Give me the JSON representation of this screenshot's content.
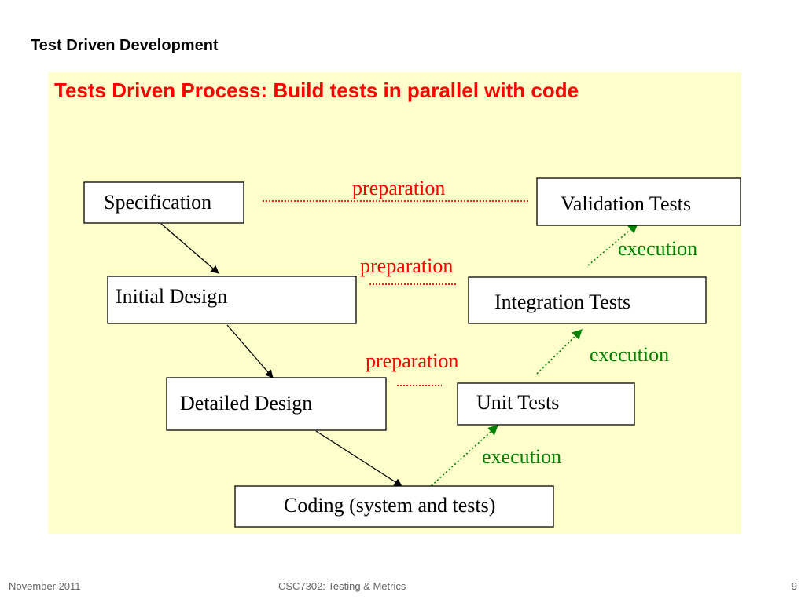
{
  "slide": {
    "title": "Test Driven Development",
    "footer_date": "November 2011",
    "footer_course": "CSC7302: Testing & Metrics",
    "page_number": "9"
  },
  "diagram": {
    "heading": "Tests Driven Process: Build tests in parallel with code",
    "boxes": {
      "specification": "Specification",
      "initial_design": "Initial Design",
      "detailed_design": "Detailed Design",
      "coding": "Coding (system and tests)",
      "validation_tests": "Validation Tests",
      "integration_tests": "Integration Tests",
      "unit_tests": "Unit Tests"
    },
    "labels": {
      "preparation_1": "preparation",
      "preparation_2": "preparation",
      "preparation_3": "preparation",
      "execution_1": "execution",
      "execution_2": "execution",
      "execution_3": "execution"
    }
  },
  "colors": {
    "panel_background": "#ffffcc",
    "heading": "#ff0000",
    "preparation": "#ff0000",
    "execution": "#008000",
    "flow_arrow": "#000000"
  }
}
